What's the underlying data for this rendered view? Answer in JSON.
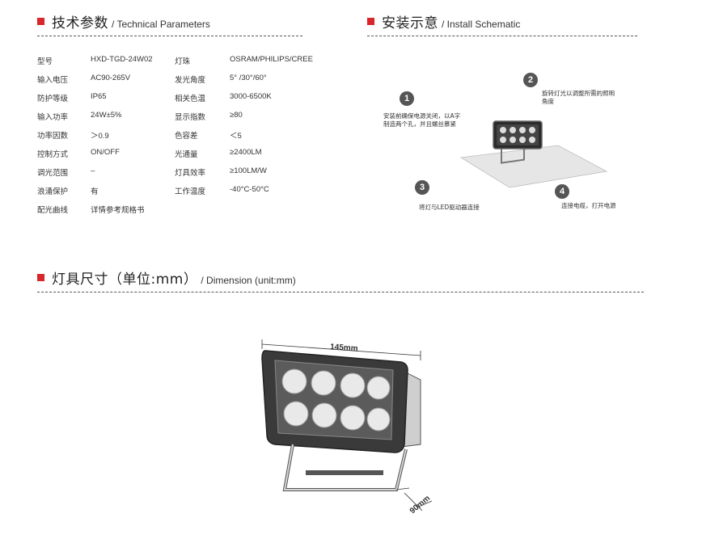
{
  "technical": {
    "title_cn": "技术参数",
    "title_en": "/ Technical Parameters",
    "rows": [
      {
        "k1": "型号",
        "v1": "HXD-TGD-24W02",
        "k2": "灯珠",
        "v2": "OSRAM/PHILIPS/CREE"
      },
      {
        "k1": "输入电压",
        "v1": "AC90-265V",
        "k2": "发光角度",
        "v2": "5° /30°/60°"
      },
      {
        "k1": "防护等级",
        "v1": "IP65",
        "k2": "相关色温",
        "v2": "3000-6500K"
      },
      {
        "k1": "输入功率",
        "v1": "24W±5%",
        "k2": "显示指数",
        "v2": "≥80"
      },
      {
        "k1": "功率因数",
        "v1": "＞0.9",
        "k2": "色容差",
        "v2": "＜5"
      },
      {
        "k1": "控制方式",
        "v1": "ON/OFF",
        "k2": "光通量",
        "v2": "≥2400LM"
      },
      {
        "k1": "调光范围",
        "v1": "–",
        "k2": "灯具效率",
        "v2": "≥100LM/W"
      },
      {
        "k1": "浪涌保护",
        "v1": "有",
        "k2": "工作温度",
        "v2": "-40°C-50°C"
      },
      {
        "k1": "配光曲线",
        "v1": "详情参考规格书",
        "k2": "",
        "v2": ""
      }
    ]
  },
  "install": {
    "title_cn": "安装示意",
    "title_en": "/ Install Schematic",
    "steps": [
      {
        "num": "1",
        "line1": "安装前确保电源关闭，以A字",
        "line2": "制造两个孔，并且螺丝慕紧"
      },
      {
        "num": "2",
        "line1": "旋转灯光以调整所需的照明",
        "line2": "角度"
      },
      {
        "num": "3",
        "line1": "将灯与LED驱动器连接",
        "line2": ""
      },
      {
        "num": "4",
        "line1": "连接电缆，打开电源",
        "line2": ""
      }
    ]
  },
  "dimension": {
    "title_cn": "灯具尺寸（单位:mm）",
    "title_en": "/ Dimension (unit:mm)",
    "width_label": "145mm",
    "depth_label": "90mm"
  },
  "colors": {
    "accent": "#d8262b",
    "badge": "#555555"
  }
}
